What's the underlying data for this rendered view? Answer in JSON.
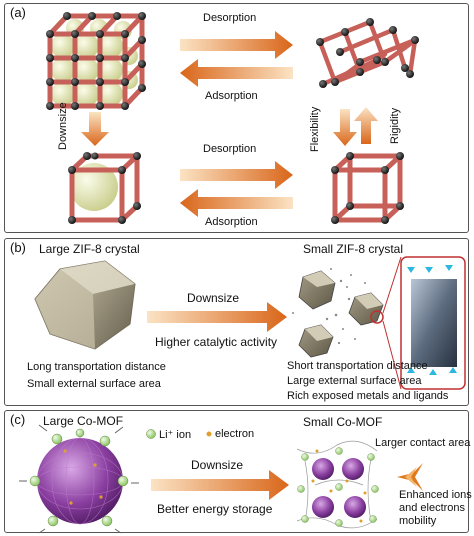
{
  "panel_a": {
    "label": "(a)",
    "desorption_top": "Desorption",
    "adsorption_top": "Adsorption",
    "downsize": "Downsize",
    "flexibility": "Flexibility",
    "rigidity": "Rigidity",
    "desorption_bottom": "Desorption",
    "adsorption_bottom": "Adsorption"
  },
  "panel_b": {
    "label": "(b)",
    "large_title": "Large ZIF-8 crystal",
    "small_title": "Small ZIF-8 crystal",
    "downsize": "Downsize",
    "effect": "Higher catalytic activity",
    "large_props": [
      "Long transportation distance",
      "Small external surface area"
    ],
    "small_props": [
      "Short transportation distance",
      "Large external surface area",
      "Rich exposed metals and ligands"
    ]
  },
  "panel_c": {
    "label": "(c)",
    "large_title": "Large Co-MOF",
    "legend_ion": "Li⁺ ion",
    "legend_electron": "electron",
    "small_title": "Small Co-MOF",
    "downsize": "Downsize",
    "effect": "Better energy storage",
    "contact": "Larger contact area",
    "enhanced_1": "Enhanced ions",
    "enhanced_2": "and electrons",
    "enhanced_3": "mobility"
  },
  "colors": {
    "strut": "#c8605a",
    "node": "#1a1a1a",
    "guest_sphere": "#e8ebb8",
    "arrow_orange": "#e07a1f",
    "crystal": "#a89e84",
    "mof_purple": "#8a3fa0"
  }
}
